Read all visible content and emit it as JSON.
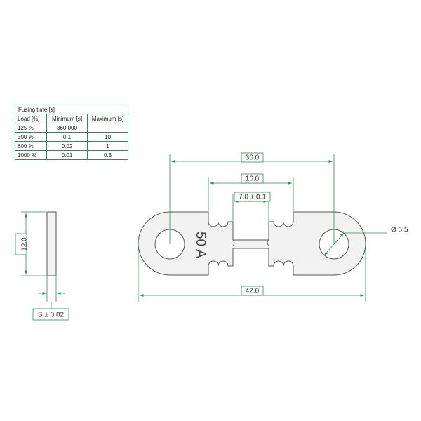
{
  "fusing_table": {
    "title": "Fusing time [s]",
    "headers": [
      "Load [%]",
      "Minimum [s]",
      "Maximum [s]"
    ],
    "rows": [
      [
        "125 %",
        "360,000",
        "-"
      ],
      [
        "300 %",
        "0.1",
        "10"
      ],
      [
        "600 %",
        "0.02",
        "1"
      ],
      [
        "1000 %",
        "0.01",
        "0.3"
      ]
    ]
  },
  "dimensions": {
    "hole_spacing": "30.0",
    "neck_outer": "16.0",
    "neck_inner": "7.0 ± 0.1",
    "overall_length": "42.0",
    "hole_diameter": "Ø 6.5",
    "height": "12.0",
    "thickness": "S ± 0.02"
  },
  "fuse_label": "50 A",
  "colors": {
    "dimension_line": "#2e8b57",
    "outline": "#555555",
    "part_fill": "#f2f2f2"
  }
}
